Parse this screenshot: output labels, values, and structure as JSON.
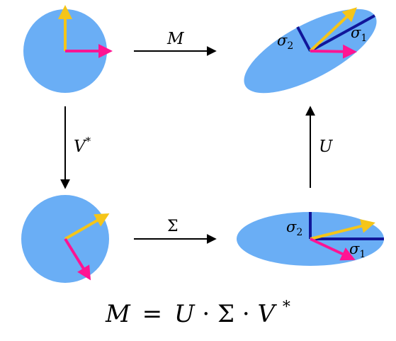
{
  "colors": {
    "shape_fill": "#6aaef5",
    "vector_yellow": "#f5c518",
    "vector_magenta": "#ff1493",
    "singular_blue": "#11169a",
    "arrow": "#000000"
  },
  "maps": {
    "top": "M",
    "left": "V",
    "left_superscript": "*",
    "bottom": "Σ",
    "right": "U"
  },
  "labels": {
    "sigma1_top": {
      "base": "σ",
      "sub": "1"
    },
    "sigma2_top": {
      "base": "σ",
      "sub": "2"
    },
    "sigma1_bottom": {
      "base": "σ",
      "sub": "1"
    },
    "sigma2_bottom": {
      "base": "σ",
      "sub": "2"
    }
  },
  "equation": {
    "M": "M",
    "eq": "=",
    "U": "U",
    "dot1": "·",
    "Sigma": "Σ",
    "dot2": "·",
    "V": "V",
    "star": "*"
  }
}
